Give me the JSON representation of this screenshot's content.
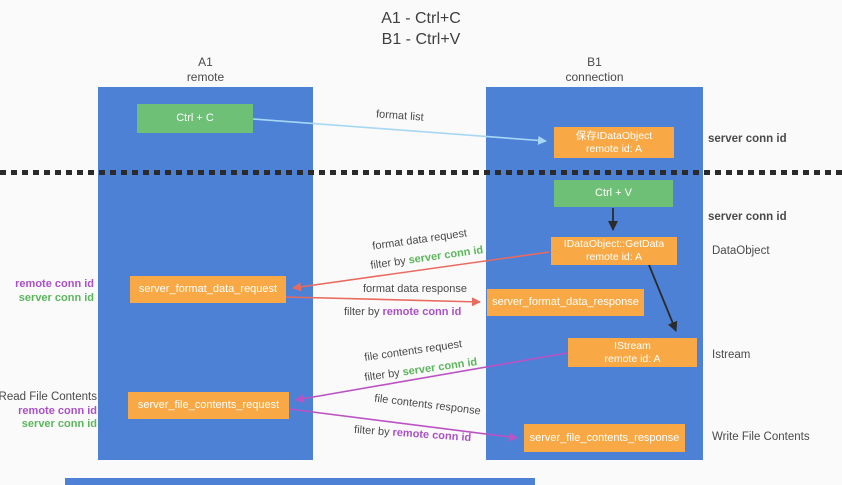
{
  "title": {
    "line1": "A1 - Ctrl+C",
    "line2": "B1 - Ctrl+V"
  },
  "columns": {
    "left": {
      "name": "A1",
      "subtitle": "remote"
    },
    "right": {
      "name": "B1",
      "subtitle": "connection"
    }
  },
  "nodes": {
    "ctrl_c": "Ctrl + C",
    "ctrl_v": "Ctrl + V",
    "save_dataobject": {
      "line1": "保存IDataObject",
      "line2": "remote id: A"
    },
    "getdata": {
      "line1": "IDataObject::GetData",
      "line2": "remote id: A"
    },
    "istream": {
      "line1": "IStream",
      "line2": "remote id: A"
    },
    "server_format_data_request": "server_format_data_request",
    "server_format_data_response": "server_format_data_response",
    "server_file_contents_request": "server_file_contents_request",
    "server_file_contents_response": "server_file_contents_response"
  },
  "arrows": {
    "format_list": {
      "label": "format list"
    },
    "format_data_request": {
      "label": "format data request",
      "filter_prefix": "filter by",
      "filter_key": "server conn id"
    },
    "format_data_response": {
      "label": "format data response",
      "filter_prefix": "filter by",
      "filter_key": "remote conn id"
    },
    "file_contents_request": {
      "label": "file contents request",
      "filter_prefix": "filter by",
      "filter_key": "server conn id"
    },
    "file_contents_response": {
      "label": "file contents response",
      "filter_prefix": "filter by",
      "filter_key": "remote conn id"
    }
  },
  "side_labels": {
    "server_conn_id_top": "server conn id",
    "server_conn_id_mid": "server conn id",
    "dataobject": "DataObject",
    "istream": "Istream",
    "write_file_contents": "Write File Contents",
    "read_file_contents": "Read File Contents",
    "format_pair": {
      "remote": "remote conn id",
      "server": "server conn id"
    },
    "file_pair": {
      "remote": "remote conn id",
      "server": "server conn id"
    }
  },
  "colors": {
    "lifeline_blue": "#4c81d6",
    "node_green": "#6fc077",
    "node_orange": "#f8a844",
    "accent_green_text": "#5bb75b",
    "accent_purple_text": "#ab50c8",
    "arrow_red": "#e96a5f",
    "arrow_magenta": "#bb53c5",
    "arrow_lightblue": "#a6d8f5",
    "arrow_black": "#2b2b2b"
  }
}
